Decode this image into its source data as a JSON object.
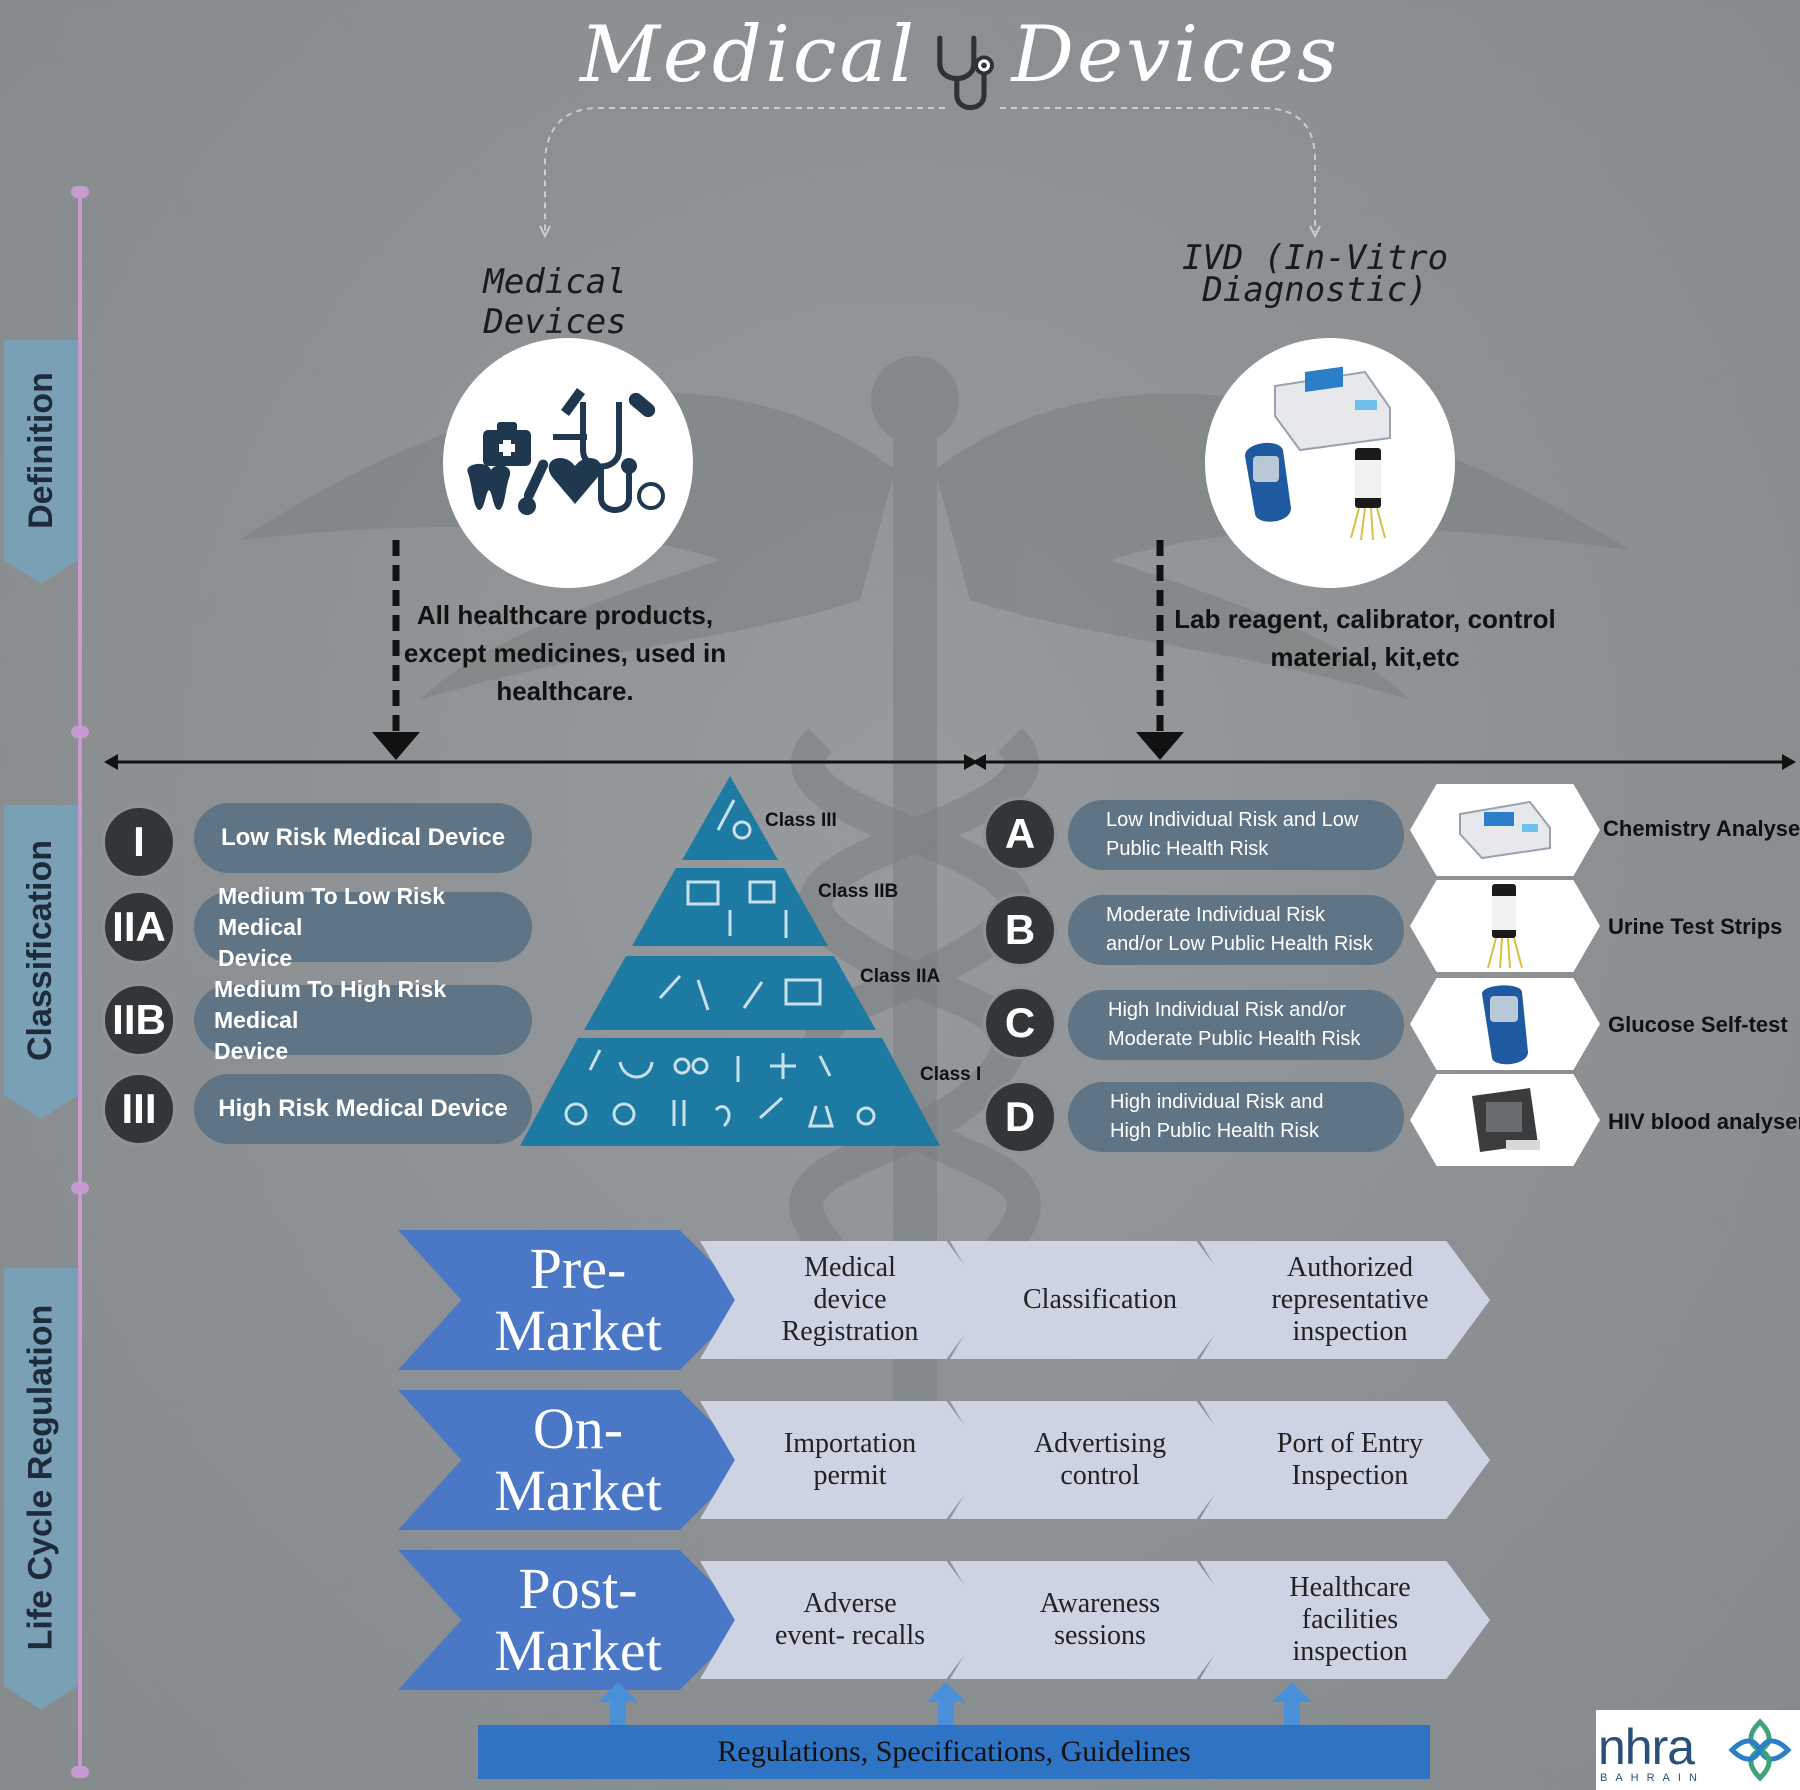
{
  "title": {
    "left": "Medical",
    "right": "Devices"
  },
  "sections": {
    "definition": "Definition",
    "classification": "Classification",
    "lifecycle": "Life Cycle Regulation"
  },
  "definition": {
    "medical": {
      "heading": "Medical Devices",
      "text_lines": [
        "All healthcare products,",
        "except medicines, used in",
        "healthcare."
      ]
    },
    "ivd": {
      "heading_lines": [
        "IVD (In-Vitro",
        "Diagnostic)"
      ],
      "text_lines": [
        "Lab reagent, calibrator, control",
        "material, kit,etc"
      ]
    }
  },
  "classification": {
    "medical": [
      {
        "code": "I",
        "label_lines": [
          "Low Risk Medical Device"
        ]
      },
      {
        "code": "IIA",
        "label_lines": [
          "Medium To Low Risk Medical",
          "Device"
        ]
      },
      {
        "code": "IIB",
        "label_lines": [
          "Medium To High Risk Medical",
          "Device"
        ]
      },
      {
        "code": "III",
        "label_lines": [
          "High Risk Medical Device"
        ]
      }
    ],
    "pyramid_levels": [
      "Class III",
      "Class IIB",
      "Class IIA",
      "Class I"
    ],
    "ivd": [
      {
        "code": "A",
        "label_lines": [
          "Low Individual Risk and Low",
          "Public Health Risk"
        ],
        "product": "Chemistry Analyser",
        "icon": "chemistry-analyser-icon"
      },
      {
        "code": "B",
        "label_lines": [
          "Moderate Individual Risk",
          "and/or Low Public Health Risk"
        ],
        "product": "Urine Test Strips",
        "icon": "urine-strips-icon"
      },
      {
        "code": "C",
        "label_lines": [
          "High Individual Risk and/or",
          "Moderate Public Health Risk"
        ],
        "product": "Glucose Self-test",
        "icon": "glucometer-icon"
      },
      {
        "code": "D",
        "label_lines": [
          "High individual Risk and",
          "High Public Health Risk"
        ],
        "product": "HIV blood analyser",
        "icon": "hiv-analyser-icon"
      }
    ]
  },
  "lifecycle": [
    {
      "stage_lines": [
        "Pre-",
        "Market"
      ],
      "steps": [
        [
          "Medical",
          "device",
          "Registration"
        ],
        [
          "Classification"
        ],
        [
          "Authorized",
          "representative",
          "inspection"
        ]
      ]
    },
    {
      "stage_lines": [
        "On-",
        "Market"
      ],
      "steps": [
        [
          "Importation",
          "permit"
        ],
        [
          "Advertising",
          "control"
        ],
        [
          "Port of Entry",
          "Inspection"
        ]
      ]
    },
    {
      "stage_lines": [
        "Post-",
        "Market"
      ],
      "steps": [
        [
          "Adverse",
          "event- recalls"
        ],
        [
          "Awareness",
          "sessions"
        ],
        [
          "Healthcare",
          "facilities",
          "inspection"
        ]
      ]
    }
  ],
  "regulations": "Regulations, Specifications, Guidelines",
  "logo": {
    "name": "nhra",
    "sub": "BAHRAIN"
  },
  "colors": {
    "pill": "#5f7484",
    "pyramid": "#1d7aa3",
    "chevron_main": "#4a78c7",
    "chevron_step": "#ced3e3",
    "reg_bar": "#2f73c4",
    "timeline": "#c79bd0",
    "side_tab": "#7aa0b6"
  }
}
